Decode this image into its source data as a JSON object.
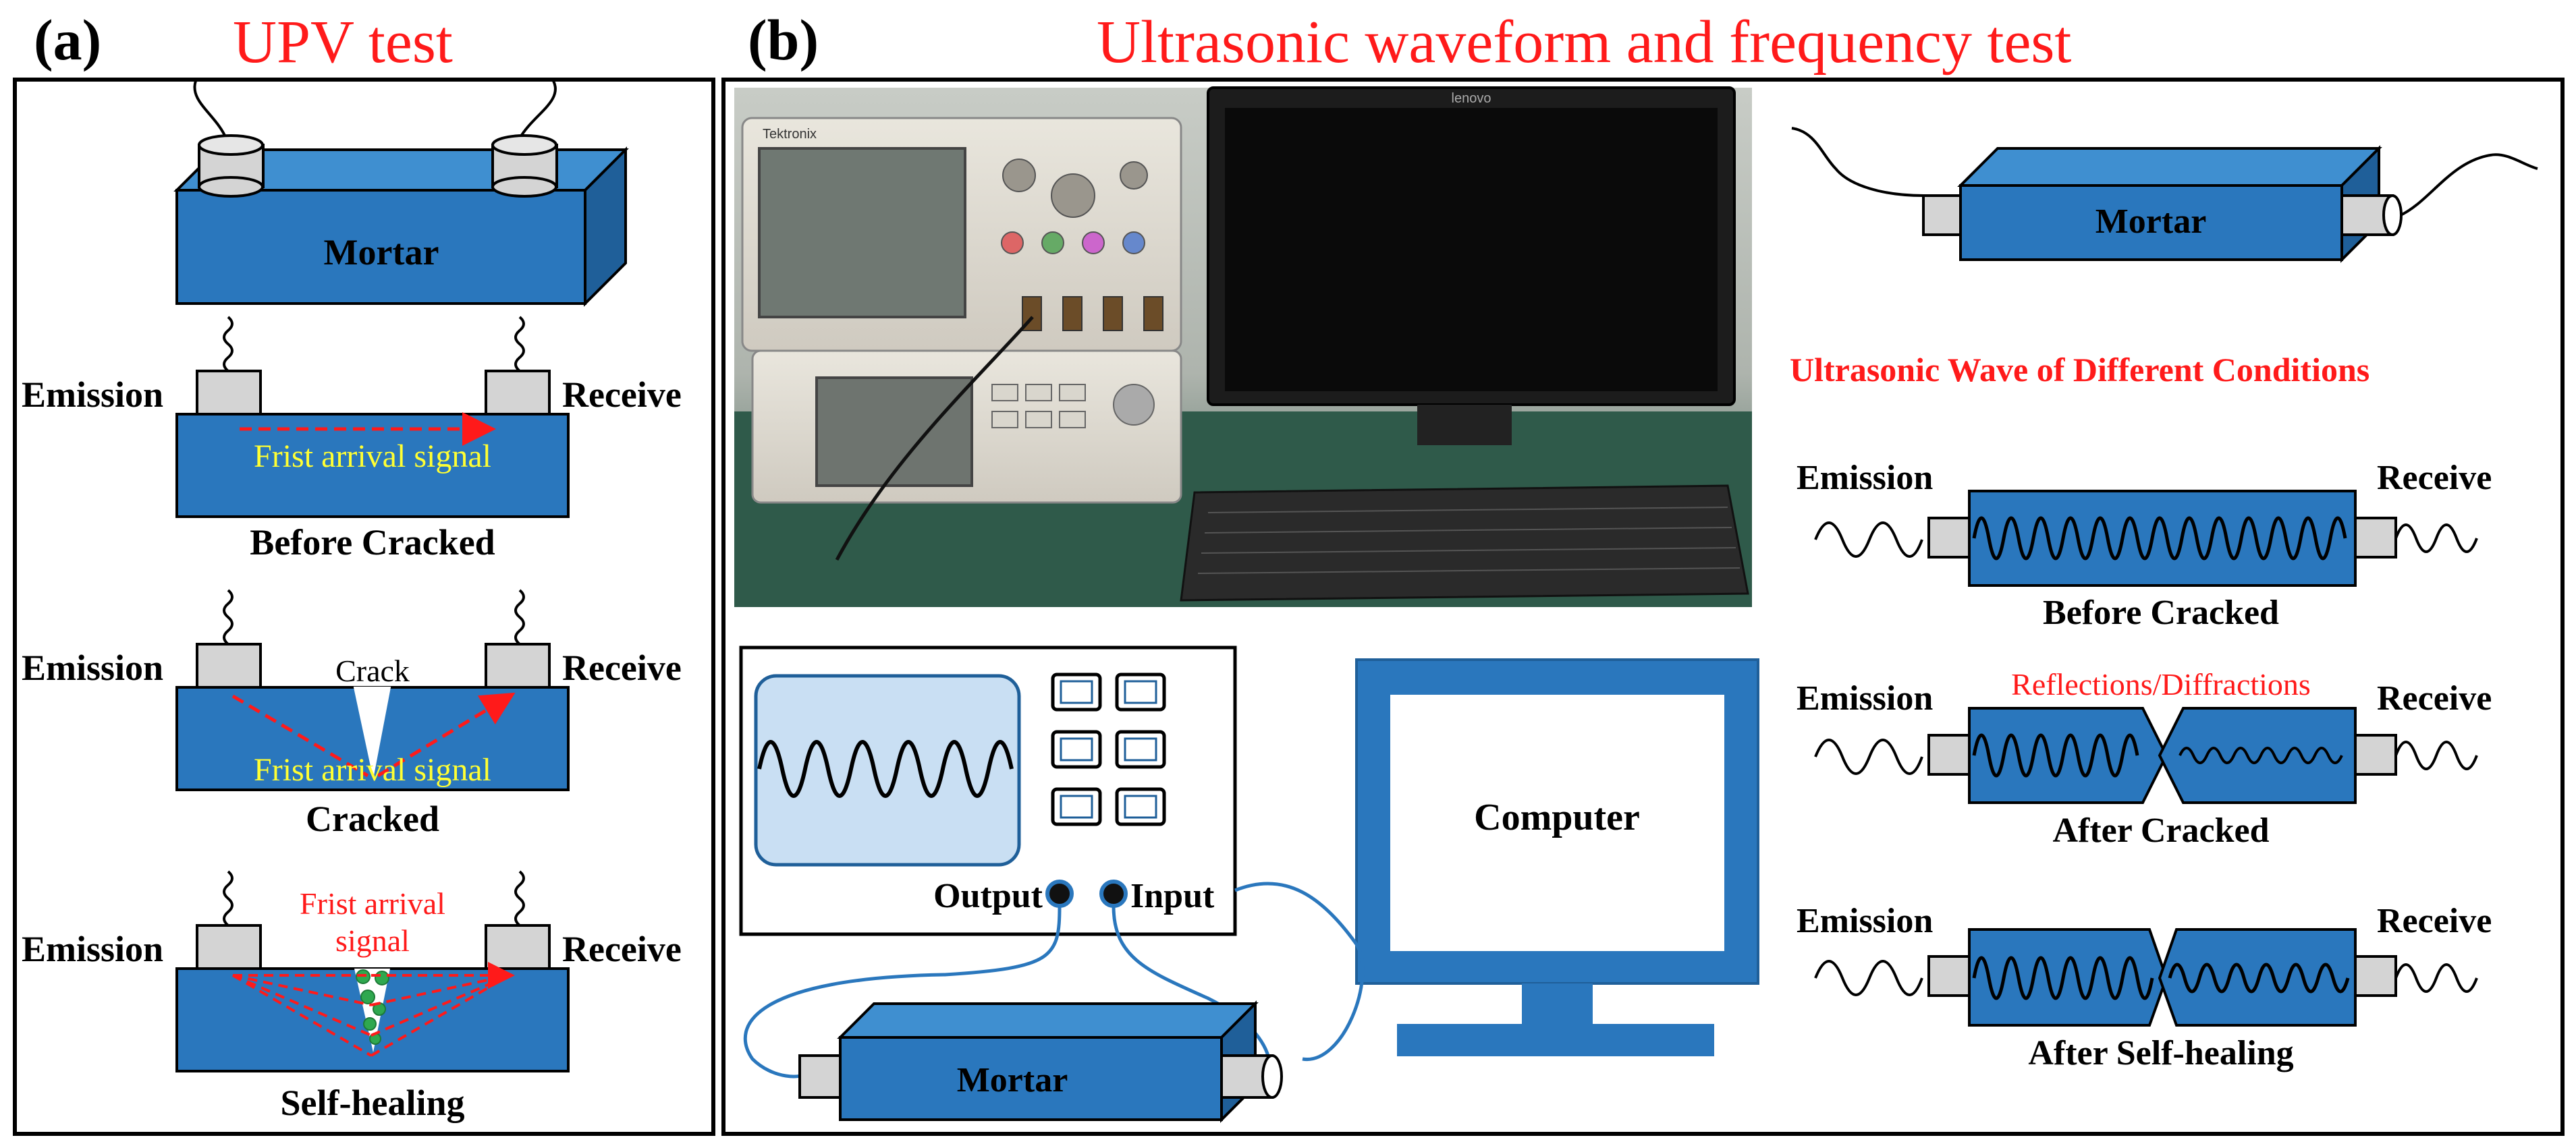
{
  "colors": {
    "mortar_fill": "#2a77bd",
    "mortar_side": "#1f5f99",
    "mortar_top": "#3f8fd0",
    "accent_red": "#ff1a1a",
    "signal_yellow": "#ffff33",
    "sensor_gray": "#d4d4d4",
    "heal_green": "#2fa84f",
    "monitor_blue": "#2a77bd",
    "screen_light": "#c9dff3"
  },
  "panel_a": {
    "letter": "(a)",
    "title": "UPV test",
    "top": {
      "mortar_label": "Mortar"
    },
    "before": {
      "emission": "Emission",
      "receive": "Receive",
      "signal": "Frist arrival signal",
      "caption": "Before Cracked"
    },
    "cracked": {
      "emission": "Emission",
      "receive": "Receive",
      "crack": "Crack",
      "signal": "Frist arrival signal",
      "caption": "Cracked"
    },
    "healing": {
      "emission": "Emission",
      "receive": "Receive",
      "signal_line1": "Frist arrival",
      "signal_line2": "signal",
      "caption": "Self-healing"
    }
  },
  "panel_b": {
    "letter": "(b)",
    "title": "Ultrasonic waveform and frequency test",
    "photo": {
      "monitor_brand": "lenovo",
      "scope_brand": "Tektronix",
      "description_icon": "lab-equipment-photo"
    },
    "schematic": {
      "output": "Output",
      "input": "Input",
      "computer": "Computer",
      "mortar": "Mortar"
    },
    "right": {
      "mortar_label": "Mortar",
      "heading": "Ultrasonic Wave of Different Conditions",
      "before": {
        "emission": "Emission",
        "receive": "Receive",
        "caption": "Before Cracked"
      },
      "after": {
        "emission": "Emission",
        "receive": "Receive",
        "annotation": "Reflections/Diffractions",
        "caption": "After Cracked"
      },
      "healed": {
        "emission": "Emission",
        "receive": "Receive",
        "caption": "After Self-healing"
      }
    }
  }
}
